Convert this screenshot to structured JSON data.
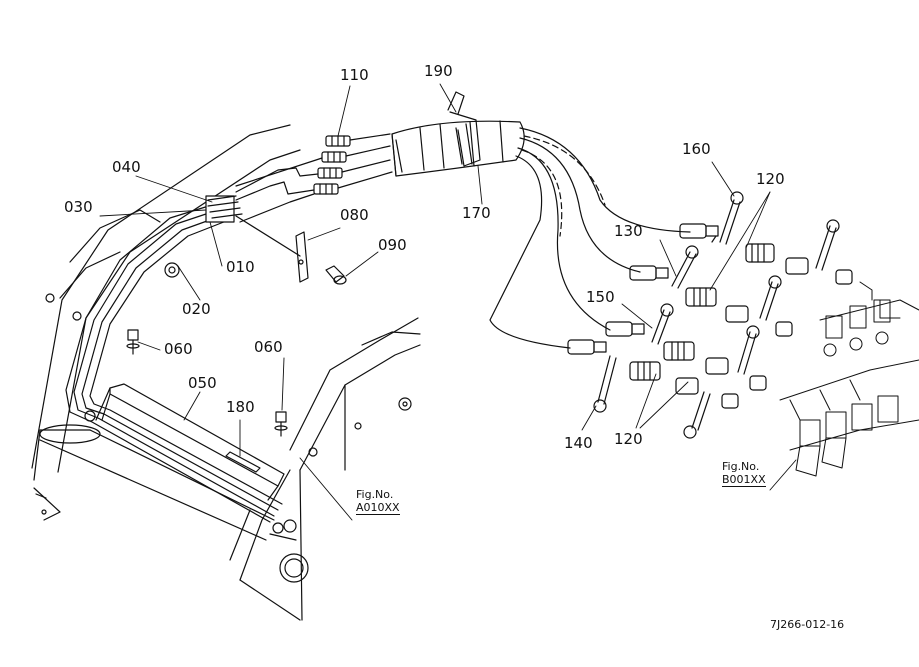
{
  "callouts": {
    "c110": "110",
    "c190": "190",
    "c160": "160",
    "c120_top": "120",
    "c040": "040",
    "c030": "030",
    "c080": "080",
    "c090": "090",
    "c010": "010",
    "c020": "020",
    "c170": "170",
    "c130": "130",
    "c150": "150",
    "c060_left": "060",
    "c060_right": "060",
    "c050": "050",
    "c180": "180",
    "c140": "140",
    "c120_bottom": "120"
  },
  "figure_refs": {
    "left": {
      "label": "Fig.No.",
      "code": "A010XX"
    },
    "right": {
      "label": "Fig.No.",
      "code": "B001XX"
    }
  },
  "drawing_code": "7J266-012-16",
  "colors": {
    "ink": "#111111",
    "paper": "#ffffff"
  }
}
